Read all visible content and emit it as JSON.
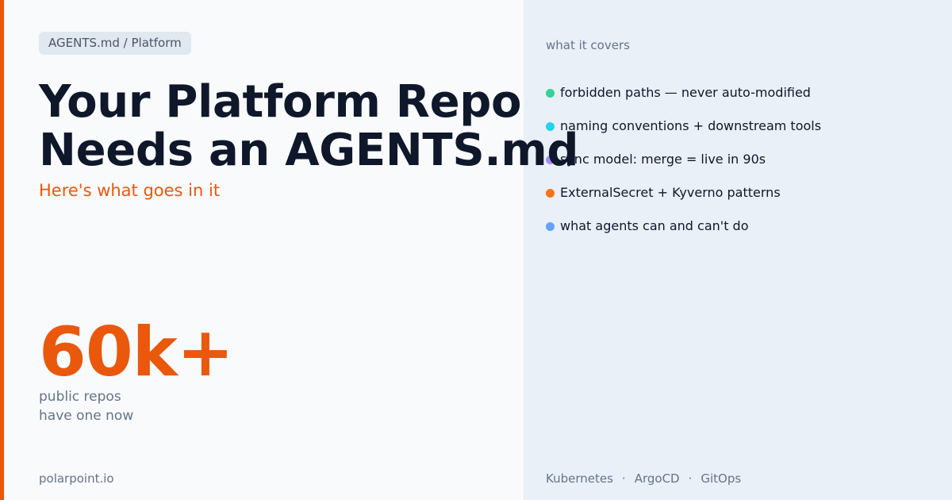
{
  "badge": "AGENTS.md / Platform",
  "title": {
    "line1": "Your Platform Repo",
    "line2": "Needs an AGENTS.md"
  },
  "subtitle": "Here's what goes in it",
  "stat": {
    "value": "60k+",
    "label_line1": "public repos",
    "label_line2": "have one now"
  },
  "footer_left": "polarpoint.io",
  "covers": {
    "heading": "what it covers",
    "items": [
      {
        "text": "forbidden paths — never auto-modified",
        "color": "#34d399"
      },
      {
        "text": "naming conventions + downstream tools",
        "color": "#22d3ee"
      },
      {
        "text": "sync model: merge = live in 90s",
        "color": "#a78bfa"
      },
      {
        "text": "ExternalSecret + Kyverno patterns",
        "color": "#f97316"
      },
      {
        "text": "what agents can and can't do",
        "color": "#60a5fa"
      }
    ]
  },
  "tags": {
    "t1": "Kubernetes",
    "t2": "ArgoCD",
    "t3": "GitOps",
    "separator": "·"
  },
  "colors": {
    "accent": "#ea580c",
    "title": "#0f172a",
    "muted": "#64748b"
  }
}
